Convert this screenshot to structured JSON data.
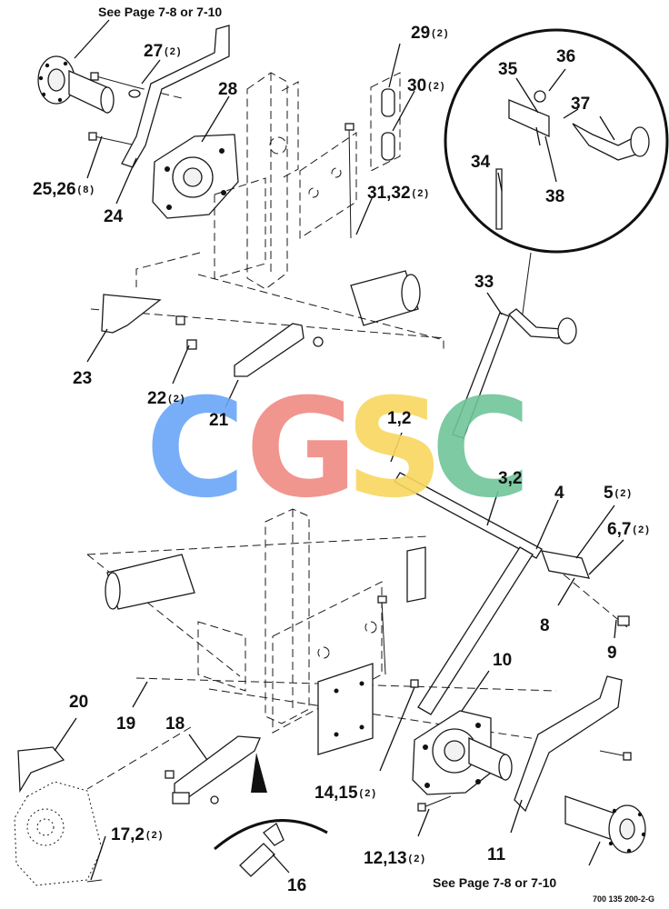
{
  "references": {
    "top": "See Page 7-8 or 7-10",
    "bottom": "See Page 7-8 or 7-10"
  },
  "drawing_code": "700 135 200-2-G",
  "watermark": {
    "letters": [
      "C",
      "G",
      "S",
      "C"
    ],
    "colors": [
      "#6aa6f7",
      "#f08a83",
      "#f8d760",
      "#6fc59a"
    ]
  },
  "callouts": [
    {
      "id": "c1_2",
      "num": "1,2",
      "qty": ""
    },
    {
      "id": "c3_2",
      "num": "3,2",
      "qty": ""
    },
    {
      "id": "c4",
      "num": "4",
      "qty": ""
    },
    {
      "id": "c5",
      "num": "5",
      "qty": "(2)"
    },
    {
      "id": "c6_7",
      "num": "6,7",
      "qty": "(2)"
    },
    {
      "id": "c8",
      "num": "8",
      "qty": ""
    },
    {
      "id": "c9",
      "num": "9",
      "qty": ""
    },
    {
      "id": "c10",
      "num": "10",
      "qty": ""
    },
    {
      "id": "c11",
      "num": "11",
      "qty": ""
    },
    {
      "id": "c12_13",
      "num": "12,13",
      "qty": "(2)"
    },
    {
      "id": "c14_15",
      "num": "14,15",
      "qty": "(2)"
    },
    {
      "id": "c16",
      "num": "16",
      "qty": ""
    },
    {
      "id": "c17_2",
      "num": "17,2",
      "qty": "(2)"
    },
    {
      "id": "c18",
      "num": "18",
      "qty": ""
    },
    {
      "id": "c19",
      "num": "19",
      "qty": ""
    },
    {
      "id": "c20",
      "num": "20",
      "qty": ""
    },
    {
      "id": "c21",
      "num": "21",
      "qty": ""
    },
    {
      "id": "c22",
      "num": "22",
      "qty": "(2)"
    },
    {
      "id": "c23",
      "num": "23",
      "qty": ""
    },
    {
      "id": "c24",
      "num": "24",
      "qty": ""
    },
    {
      "id": "c25_26",
      "num": "25,26",
      "qty": "(8)"
    },
    {
      "id": "c27",
      "num": "27",
      "qty": "(2)"
    },
    {
      "id": "c28",
      "num": "28",
      "qty": ""
    },
    {
      "id": "c29",
      "num": "29",
      "qty": "(2)"
    },
    {
      "id": "c30",
      "num": "30",
      "qty": "(2)"
    },
    {
      "id": "c31_32",
      "num": "31,32",
      "qty": "(2)"
    },
    {
      "id": "c33",
      "num": "33",
      "qty": ""
    },
    {
      "id": "c34",
      "num": "34",
      "qty": ""
    },
    {
      "id": "c35",
      "num": "35",
      "qty": ""
    },
    {
      "id": "c36",
      "num": "36",
      "qty": ""
    },
    {
      "id": "c37",
      "num": "37",
      "qty": ""
    },
    {
      "id": "c38",
      "num": "38",
      "qty": ""
    }
  ]
}
